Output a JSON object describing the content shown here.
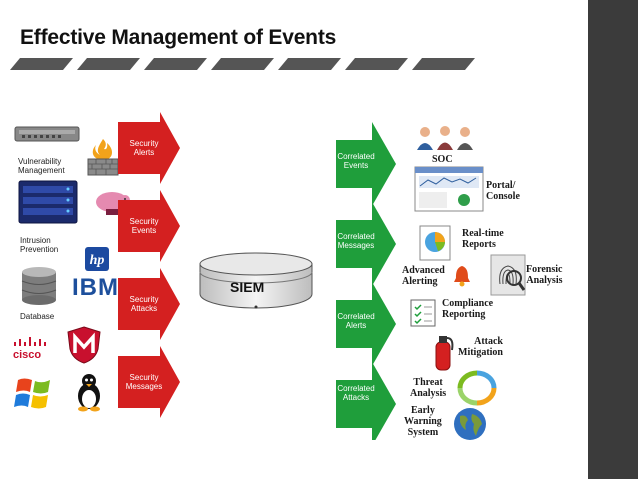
{
  "title": "Effective Management of Events",
  "left_sources": {
    "vulnerability": "Vulnerability\nManagement",
    "intrusion": "Intrusion\nPrevention",
    "database": "Database",
    "ibm": "IBM",
    "cisco": "cisco"
  },
  "red_arrows": [
    "Security\nAlerts",
    "Security\nEvents",
    "Security\nAttacks",
    "Security\nMessages"
  ],
  "center": {
    "label": "SIEM"
  },
  "green_arrows": [
    "Correlated\nEvents",
    "Correlated\nMessages",
    "Correlated\nAlerts",
    "Correlated\nAttacks"
  ],
  "outputs": {
    "soc": "SOC",
    "portal": "Portal/\nConsole",
    "realtime": "Real-time\nReports",
    "advanced": "Advanced\nAlerting",
    "forensic": "Forensic\nAnalysis",
    "compliance": "Compliance\nReporting",
    "mitigation": "Attack\nMitigation",
    "threat": "Threat\nAnalysis",
    "early": "Early\nWarning\nSystem"
  },
  "colors": {
    "red_arrow": "#d42020",
    "green_arrow": "#1f9e3b",
    "sidebar": "#3b3b3b",
    "stripe": "#555555"
  }
}
